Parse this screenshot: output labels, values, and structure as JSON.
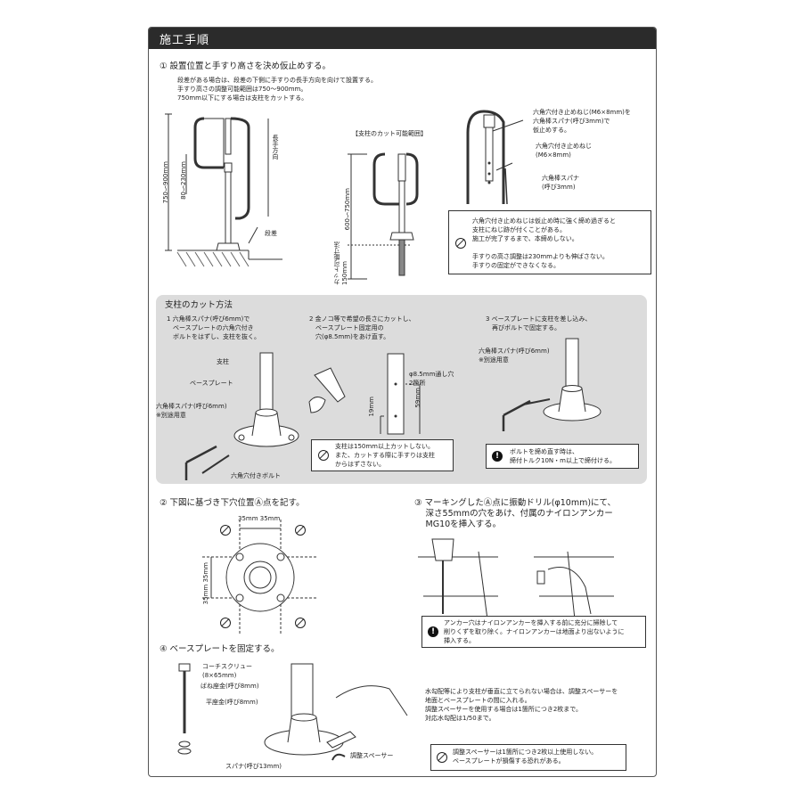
{
  "header": {
    "title": "施工手順"
  },
  "step1": {
    "heading": "① 設置位置と手すり高さを決め仮止めする。",
    "notes": "段差がある場合は、段差の下側に手すりの長手方向を向けて設置する。\n手すり高さの調整可能範囲は750～900mm。\n750mm以下にする場合は支柱をカットする。",
    "label_height": "750～900mm",
    "label_adjust": "80～230mm",
    "label_long": "長手方向",
    "label_step": "段差",
    "cut_range_title": "【支柱のカット可能範囲】",
    "label_600": "600～750mm",
    "label_cut": "カット可能寸法\n150mm",
    "callout1": "六角穴付き止めねじ(M6×8mm)を\n六角棒スパナ(呼び3mm)で\n仮止めする。",
    "callout2": "六角穴付き止めねじ\n(M6×8mm)",
    "callout3": "六角棒スパナ\n(呼び3mm)",
    "warn_text": "六角穴付き止めねじは仮止め時に強く締め過ぎると\n支柱にねじ跡が付くことがある。\n施工が完了するまで、本締めしない。\n\n手すりの高さ調整は230mmよりも伸ばさない。\n手すりの固定ができなくなる。"
  },
  "cut": {
    "title": "支柱のカット方法",
    "s1": "1 六角棒スパナ(呼び6mm)で\n　ベースプレートの六角穴付き\n　ボルトをはずし、支柱を抜く。",
    "s2": "2 金ノコ等で希望の長さにカットし、\n　ベースプレート固定用の\n　穴(φ8.5mm)をあけ直す。",
    "s3": "3 ベースプレートに支柱を差し込み、\n　再びボルトで固定する。",
    "lbl_post": "支柱",
    "lbl_base": "ベースプレート",
    "lbl_wrench": "六角棒スパナ(呼び6mm)\n※別途用意",
    "lbl_bolt": "六角穴付きボルト",
    "lbl_hole": "φ8.5mm通し穴\n2箇所",
    "lbl_19": "19mm",
    "lbl_59": "59mm",
    "lbl_wrench2": "六角棒スパナ(呼び6mm)\n※別途用意",
    "warn1": "支柱は150mm以上カットしない。\nまた、カットする際に手すりは支柱\nからはずさない。",
    "warn2": "ボルトを締め直す時は、\n締付トルク10N・m以上で締付ける。"
  },
  "step2": {
    "heading": "② 下図に基づき下穴位置Ⓐ点を記す。",
    "dim_top": "35mm  35mm",
    "dim_left": "35mm  35mm",
    "point": "A"
  },
  "step3": {
    "heading": "③ マーキングしたⒶ点に振動ドリル(φ10mm)にて、\n　 深さ55mmの穴をあけ、付属のナイロンアンカー\n　 MG10を挿入する。",
    "warn": "アンカー穴はナイロンアンカーを挿入する前に充分に掃除して\n削りくずを取り除く。ナイロンアンカーは地面より出ないように\n挿入する。"
  },
  "step4": {
    "heading": "④ ベースプレートを固定する。",
    "lbl_screw": "コーチスクリュー\n(8×65mm)",
    "lbl_spring": "ばね座金(呼び8mm)",
    "lbl_washer": "平座金(呼び8mm)",
    "lbl_spanner": "スパナ(呼び13mm)",
    "lbl_spacer": "調整スペーサー",
    "note": "水勾配等により支柱が垂直に立てられない場合は、調整スペーサーを\n地面とベースプレートの間に入れる。\n調整スペーサーを使用する場合は1箇所につき2枚まで。\n対応水勾配は1/50まで。",
    "warn": "調整スペーサーは1箇所につき2枚以上使用しない。\nベースプレートが損傷する恐れがある。"
  }
}
